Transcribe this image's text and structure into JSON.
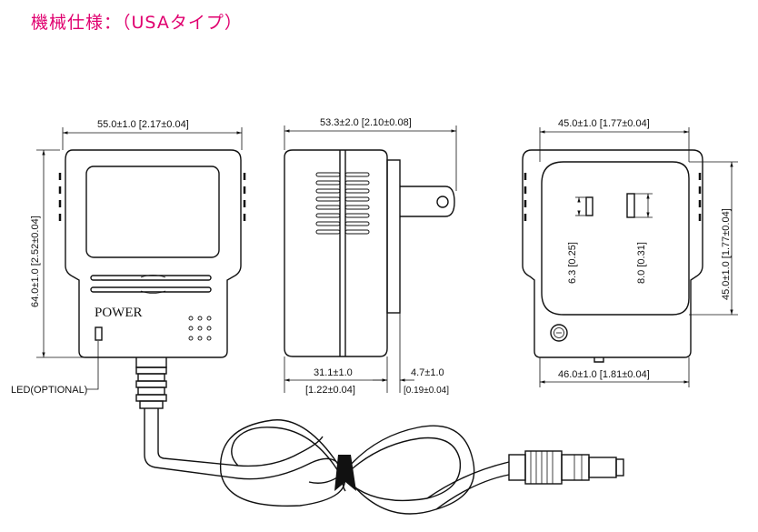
{
  "title": "機械仕様：（USAタイプ）",
  "front_view": {
    "width_dim": "55.0±1.0  [2.17±0.04]",
    "height_dim": "64.0±1.0  [2.52±0.04]",
    "power_label": "POWER",
    "led_label": "LED(OPTIONAL)"
  },
  "side_view": {
    "total_width_dim": "53.3±2.0  [2.10±0.08]",
    "body_width_mm": "31.1±1.0",
    "body_width_in": "[1.22±0.04]",
    "plate_mm": "4.7±1.0",
    "plate_in": "[0.19±0.04]"
  },
  "back_view": {
    "top_width_dim": "45.0±1.0  [1.77±0.04]",
    "right_height_dim": "45.0±1.0  [1.77±0.04]",
    "bottom_width_dim": "46.0±1.0  [1.81±0.04]",
    "pin_left_dim": "6.3  [0.25]",
    "pin_right_dim": "8.0  [0.31]"
  }
}
